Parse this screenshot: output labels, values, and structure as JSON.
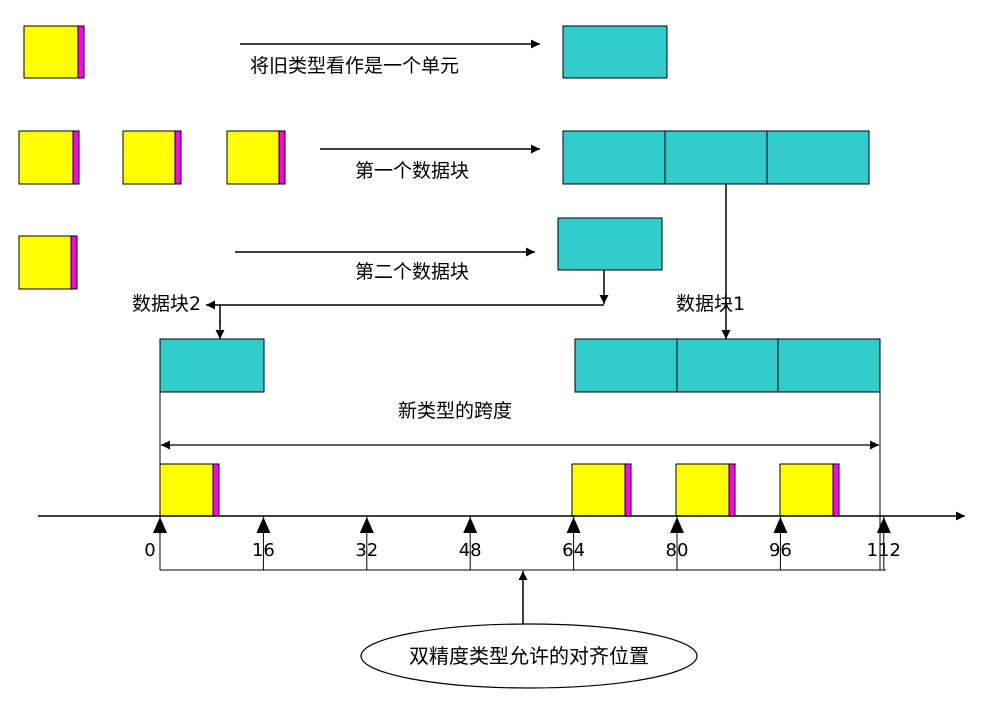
{
  "colors": {
    "old_unit_fill": "#FFFF00",
    "old_unit_marker": "#FF00FF",
    "block_fill": "#33CCCC",
    "line": "#000000"
  },
  "labels": {
    "treat_as_unit": "将旧类型看作是一个单元",
    "first_block": "第一个数据块",
    "second_block": "第二个数据块",
    "block2": "数据块2",
    "block1": "数据块1",
    "new_type_extent": "新类型的跨度",
    "alignment_note": "双精度类型允许的对齐位置"
  },
  "axis": {
    "ticks": [
      "0",
      "16",
      "32",
      "48",
      "64",
      "80",
      "96",
      "112"
    ]
  }
}
